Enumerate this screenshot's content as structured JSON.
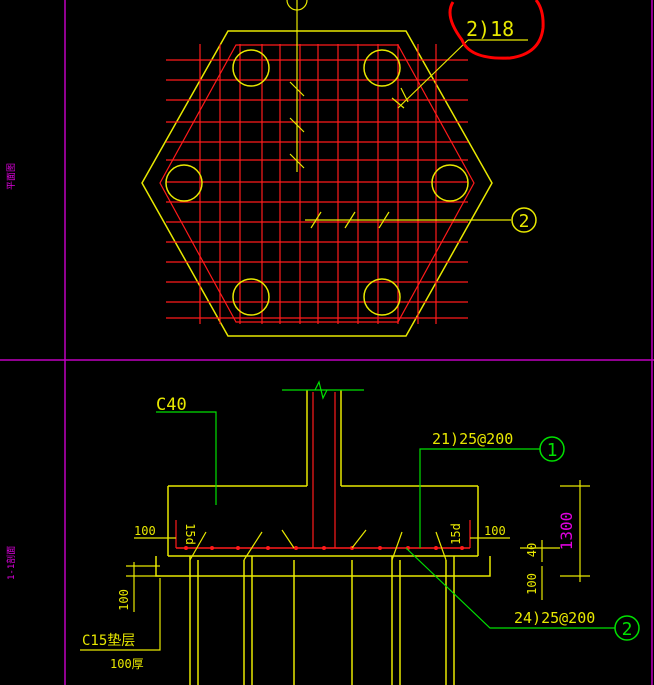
{
  "top_view": {
    "callout_top": "2)18",
    "marker_2": "2",
    "side_label": "平面图"
  },
  "section_view": {
    "concrete_grade": "C40",
    "rebar_1": "21)25@200",
    "marker_1": "1",
    "rebar_2": "24)25@200",
    "marker_2": "2",
    "dim_height": "1300",
    "dim_100_left": "100",
    "dim_100_right": "100",
    "dim_15d_left": "15d",
    "dim_15d_right": "15d",
    "dim_40": "40",
    "dim_100_side_left": "100",
    "dim_100_side_right": "100",
    "cushion_label": "C15垫层",
    "cushion_sub": "100厚",
    "side_label": "1-1剖面"
  },
  "colors": {
    "yellow": "#e8e800",
    "red": "#ff1a1a",
    "green": "#00e000",
    "magenta": "#e000e0",
    "highlight": "#ff0000"
  }
}
